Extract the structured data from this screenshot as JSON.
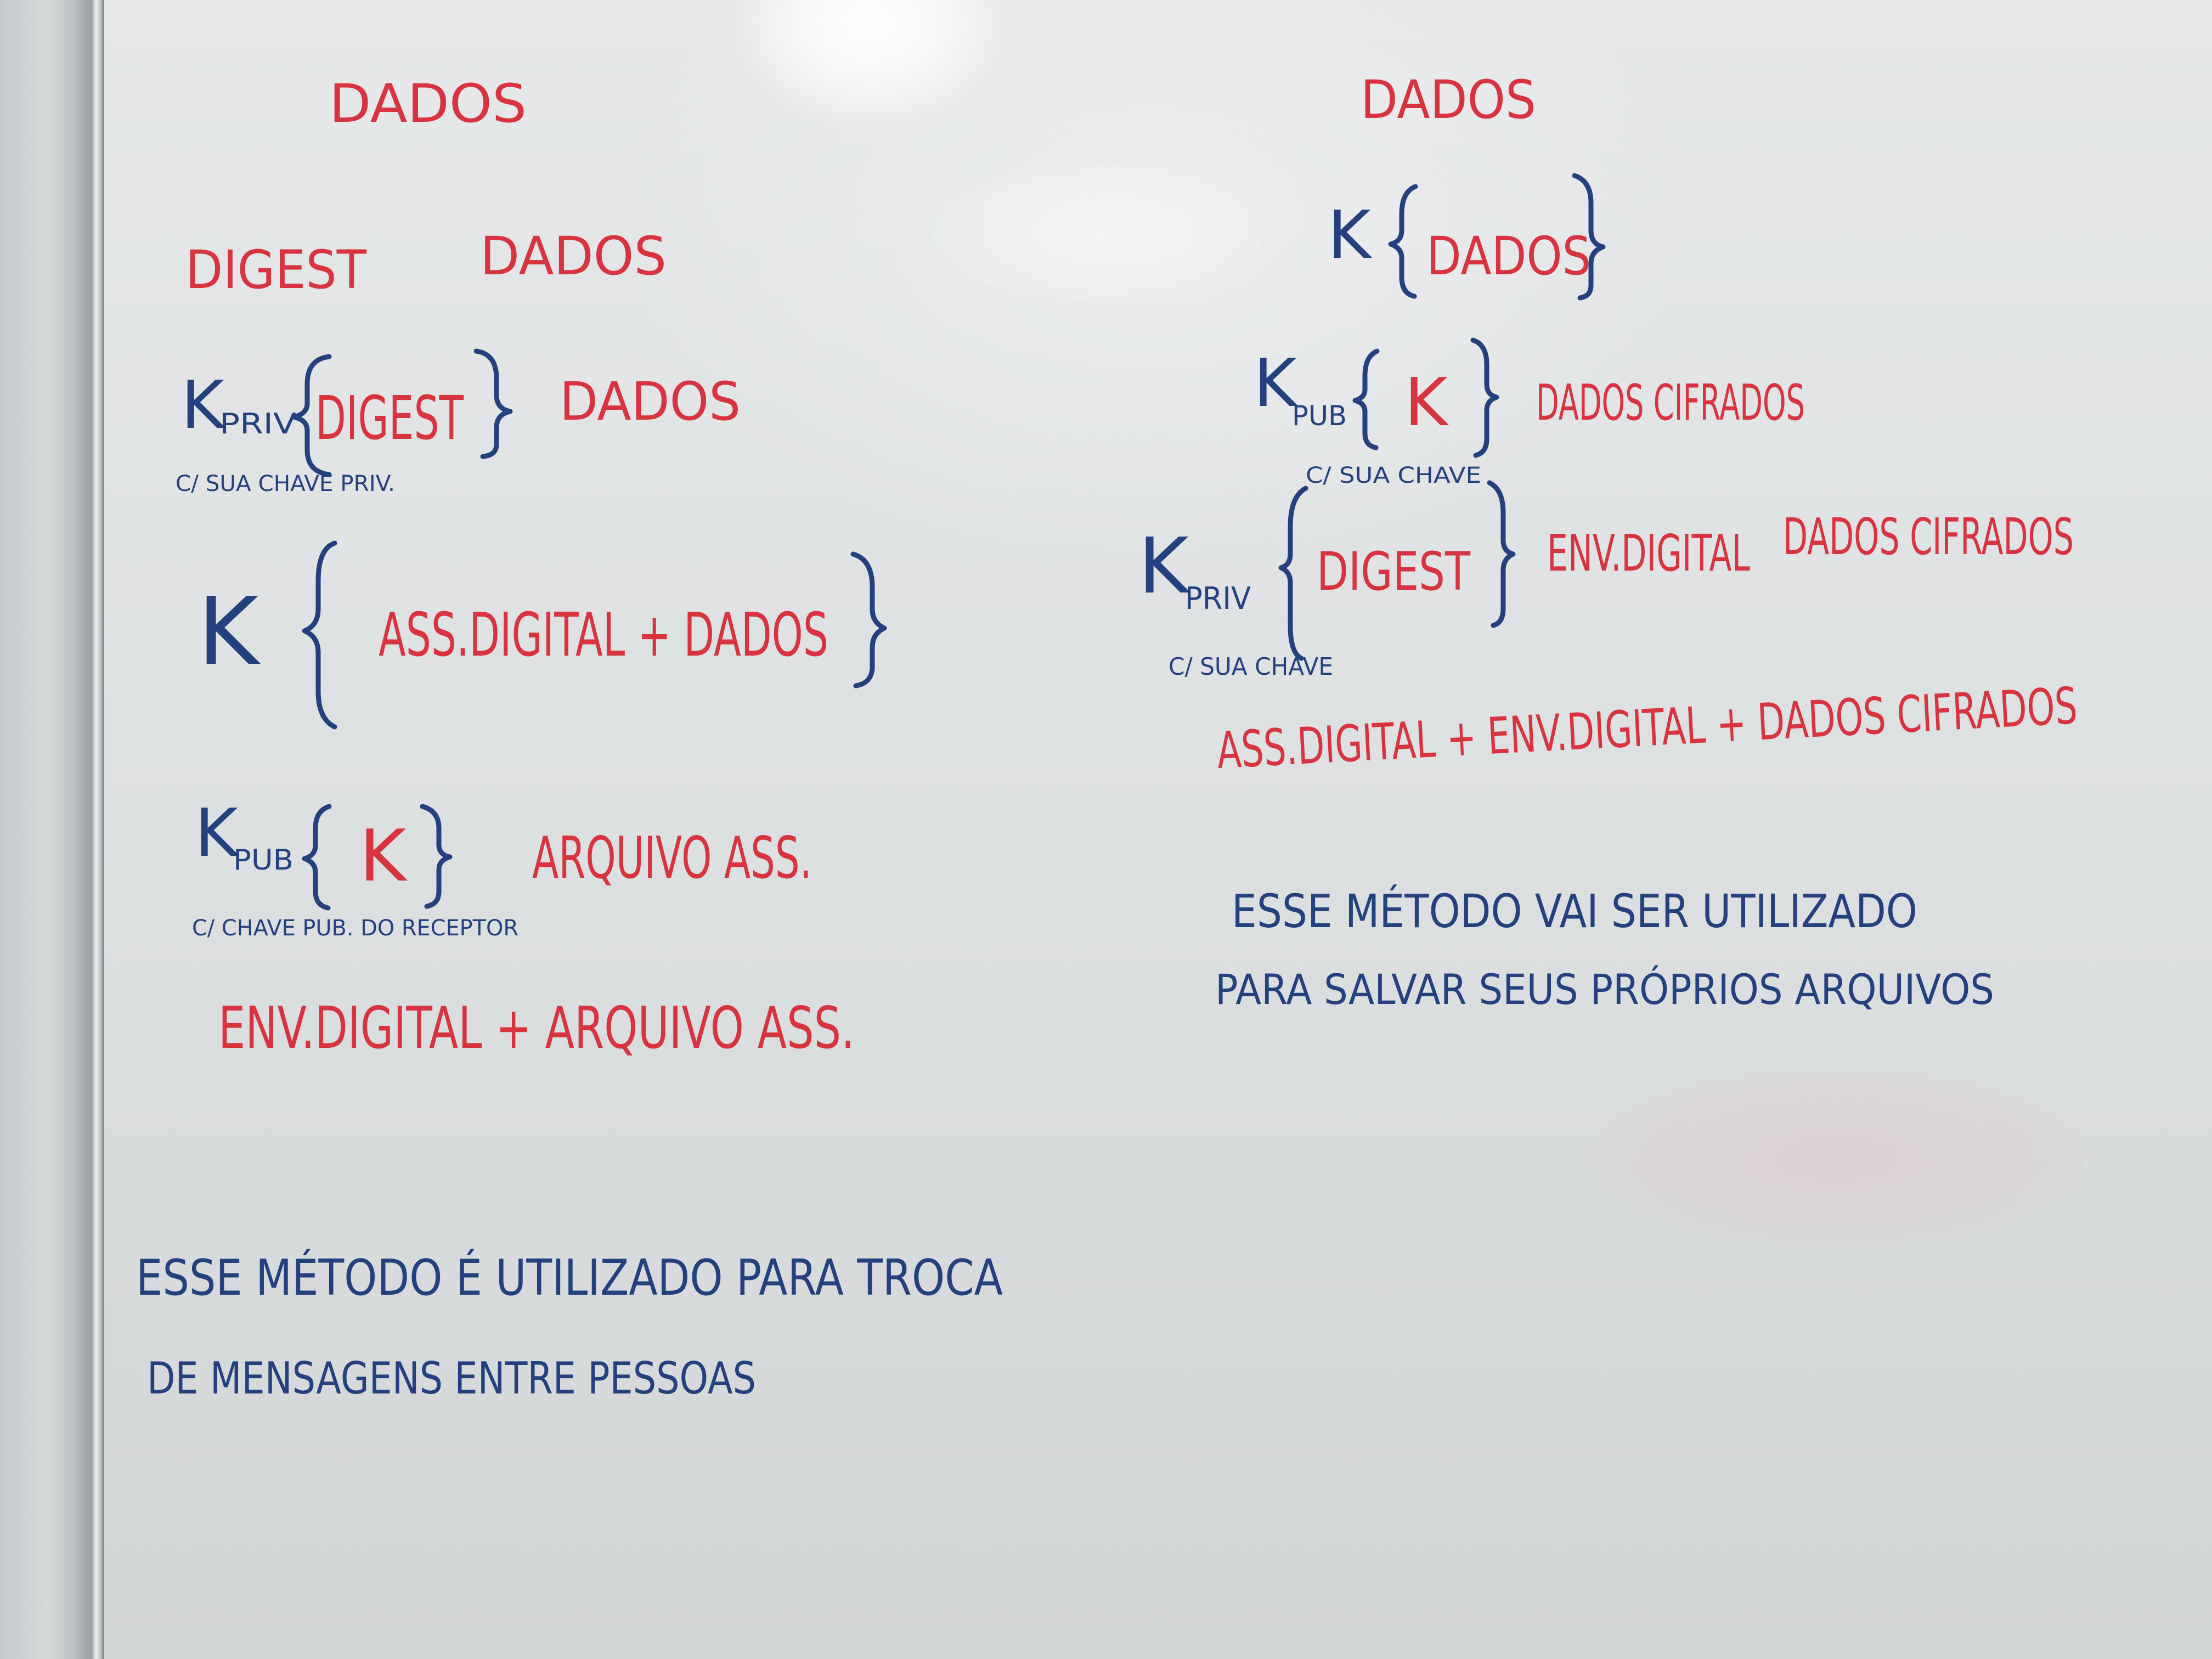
{
  "colors": {
    "red_marker": "#d8343f",
    "blue_marker": "#24407e",
    "board": "#e2e5e6"
  },
  "left": {
    "line1": "DADOS",
    "line2_digest": "DIGEST",
    "line2_dados": "DADOS",
    "line3_k": "K",
    "line3_sub": "PRIV",
    "line3_digest": "DIGEST",
    "line3_dados": "DADOS",
    "line3_note": "C/ SUA CHAVE PRIV.",
    "line4_k": "K",
    "line4_content": "ASS.DIGITAL + DADOS",
    "line5_k": "K",
    "line5_sub": "PUB",
    "line5_inner": "K",
    "line5_result": "ARQUIVO ASS.",
    "line5_note": "C/ CHAVE PUB. DO RECEPTOR",
    "line6": "ENV.DIGITAL + ARQUIVO ASS.",
    "note_line1": "ESSE MÉTODO É UTILIZADO PARA TROCA",
    "note_line2": "DE MENSAGENS ENTRE PESSOAS"
  },
  "right": {
    "line1": "DADOS",
    "line2_k": "K",
    "line2_inner": "DADOS",
    "line3_k": "K",
    "line3_sub": "PUB",
    "line3_inner": "K",
    "line3_result": "DADOS CIFRADOS",
    "line3_note": "C/ SUA CHAVE",
    "line4_k": "K",
    "line4_sub": "PRIV",
    "line4_digest": "DIGEST",
    "line4_env": "ENV.DIGITAL",
    "line4_dados": "DADOS CIFRADOS",
    "line4_note": "C/ SUA CHAVE",
    "line5": "ASS.DIGITAL + ENV.DIGITAL + DADOS CIFRADOS",
    "note_line1": "ESSE MÉTODO VAI SER UTILIZADO",
    "note_line2": "PARA SALVAR SEUS PRÓPRIOS ARQUIVOS"
  }
}
